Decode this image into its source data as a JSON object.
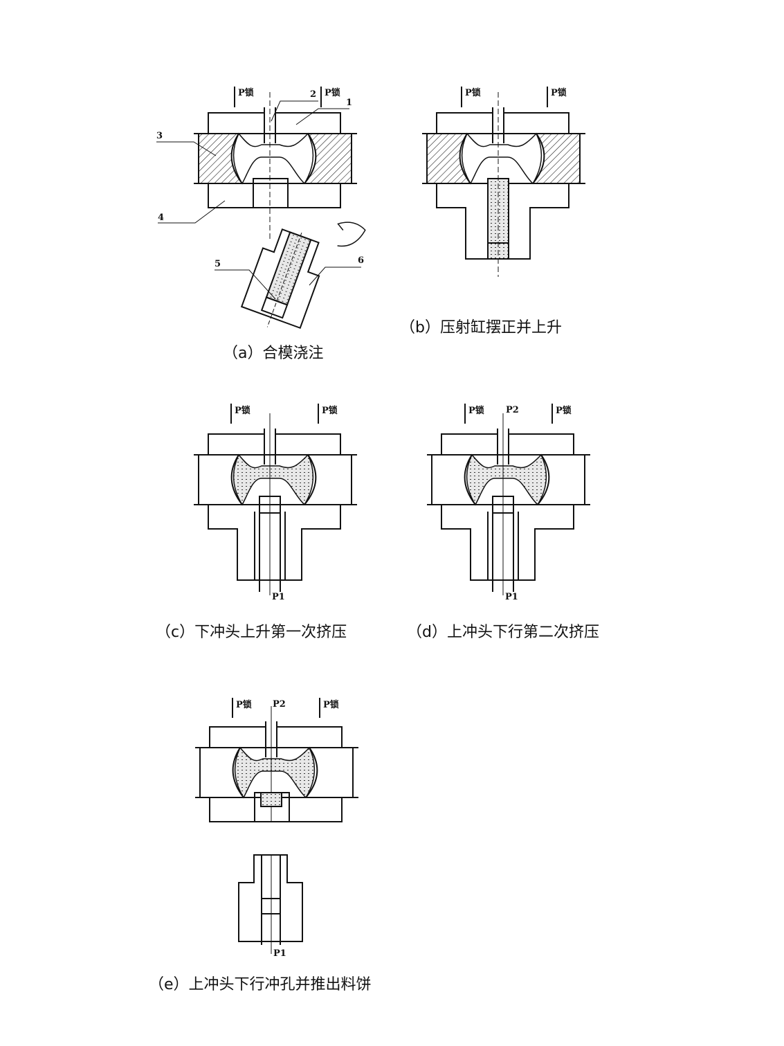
{
  "labels": {
    "p_lock": "P锁",
    "p1": "P1",
    "p2": "P2",
    "n1": "1",
    "n2": "2",
    "n3": "3",
    "n4": "4",
    "n5": "5",
    "n6": "6"
  },
  "captions": {
    "a": "（a）合模浇注",
    "b": "（b）压射缸摆正并上升",
    "c": "（c）下冲头上升第一次挤压",
    "d": "（d）上冲头下行第二次挤压",
    "e": "（e）上冲头下行冲孔并推出料饼"
  },
  "colors": {
    "line": "#111111",
    "background": "#ffffff"
  }
}
